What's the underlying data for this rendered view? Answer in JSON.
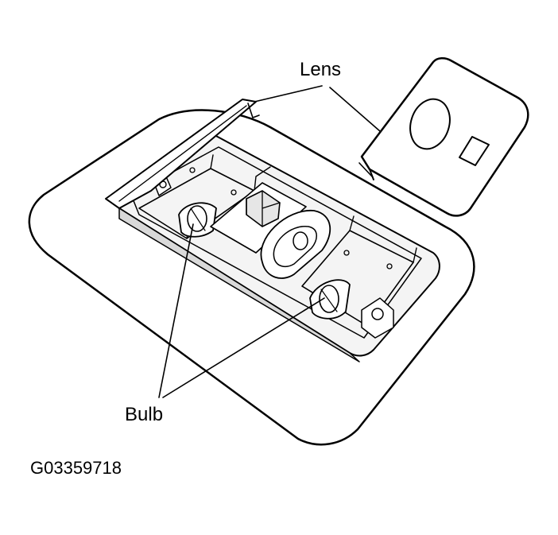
{
  "labels": {
    "lens": "Lens",
    "bulb": "Bulb"
  },
  "figure_id": "G03359718",
  "colors": {
    "ink": "#000000",
    "paper": "#ffffff",
    "shade": "#d9d9d9"
  }
}
